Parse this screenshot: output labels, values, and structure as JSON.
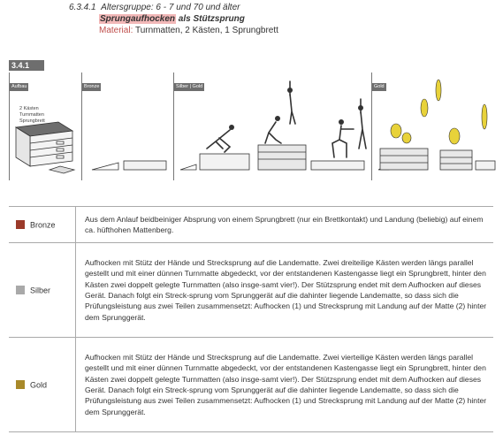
{
  "header": {
    "section_number": "6.3.4.1",
    "age_group": "Altersgruppe: 6 - 7 und 70 und älter",
    "title_highlight": "Sprungaufhocken",
    "title_rest": " als Stützsprung",
    "material_label": "Material:",
    "material_value": " Turnmatten, 2 Kästen, 1 Sprungbrett"
  },
  "figure": {
    "tag": "3.4.1",
    "panel_labels": [
      "Aufbau",
      "Bronze",
      "Silber | Gold",
      "Gold"
    ],
    "kasten_label": [
      "2 Kästen",
      "Turnmatten",
      "Sprungbrett"
    ]
  },
  "colors": {
    "bronze": "#9b3a2a",
    "silber": "#a9a9a9",
    "gold": "#a8892a",
    "material": "#c0504d",
    "highlight": "#f2b8b8",
    "figure_yellow": "#e8d23a"
  },
  "levels": [
    {
      "name": "Bronze",
      "text": "Aus dem Anlauf beidbeiniger Absprung von einem Sprungbrett (nur ein Brettkontakt) und Landung (beliebig) auf einem ca. hüfthohen Mattenberg."
    },
    {
      "name": "Silber",
      "text": "Aufhocken mit Stütz der Hände und Strecksprung auf die Landematte. Zwei dreiteilige Kästen werden längs parallel gestellt und mit einer dünnen Turnmatte abgedeckt, vor der entstandenen Kastengasse liegt ein Sprungbrett, hinter den Kästen zwei doppelt gelegte Turnmatten (also insge-samt vier!). Der Stützsprung endet mit dem Aufhocken auf dieses Gerät. Danach folgt ein Streck-sprung vom Sprunggerät auf die dahinter liegende Landematte, so dass sich die Prüfungsleistung aus zwei Teilen zusammensetzt: Aufhocken (1) und Strecksprung mit Landung auf der Matte (2) hinter dem Sprunggerät."
    },
    {
      "name": "Gold",
      "text": "Aufhocken mit Stütz der Hände und Strecksprung auf die Landematte. Zwei vierteilige Kästen werden längs parallel gestellt und mit einer dünnen Turnmatte abgedeckt, vor der entstandenen Kastengasse liegt ein Sprungbrett, hinter den Kästen zwei doppelt gelegte Turnmatten (also insge-samt vier!). Der Stützsprung endet mit dem Aufhocken auf dieses Gerät. Danach folgt ein Streck-sprung vom Sprunggerät auf die dahinter liegende Landematte, so dass sich die Prüfungsleistung aus zwei Teilen zusammensetzt: Aufhocken (1) und Strecksprung mit Landung auf der Matte (2) hinter dem Sprunggerät."
    }
  ]
}
